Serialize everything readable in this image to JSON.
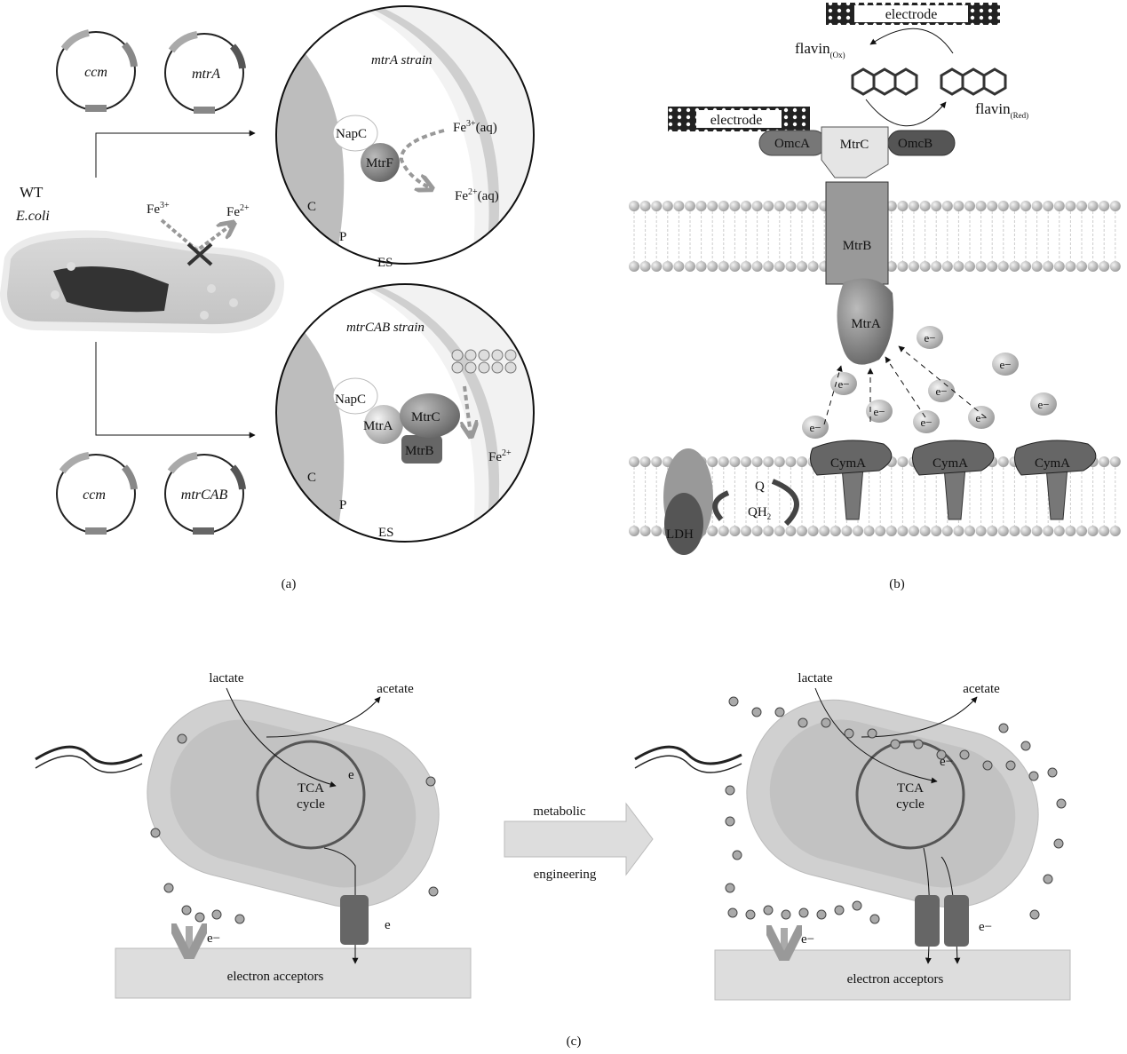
{
  "panel_a": {
    "label": "(a)",
    "plasmids_top": [
      "ccm",
      "mtrA"
    ],
    "plasmids_bottom": [
      "ccm",
      "mtrCAB"
    ],
    "wt": "WT",
    "species": "E.coli",
    "fe3": {
      "base": "Fe",
      "sup": "3+"
    },
    "fe2": {
      "base": "Fe",
      "sup": "2+"
    },
    "zoom_top": {
      "title": "mtrA  strain",
      "napc": "NapC",
      "mtrf": "MtrF",
      "fe3_aq": {
        "base": "Fe",
        "sup": "3+",
        "tail": "(aq)"
      },
      "fe2_aq": {
        "base": "Fe",
        "sup": "2+",
        "tail": "(aq)"
      },
      "c": "C",
      "p": "P",
      "es": "ES"
    },
    "zoom_bottom": {
      "title": "mtrCAB  strain",
      "napc": "NapC",
      "mtra": "MtrA",
      "mtrc": "MtrC",
      "mtrb": "MtrB",
      "fe2": {
        "base": "Fe",
        "sup": "2+"
      },
      "c": "C",
      "p": "P",
      "es": "ES"
    }
  },
  "panel_b": {
    "label": "(b)",
    "electrode_top": "electrode",
    "electrode_mid": "electrode",
    "flavin_ox": {
      "base": "flavin",
      "sub": "(Ox)"
    },
    "flavin_red": {
      "base": "flavin",
      "sub": "(Red)"
    },
    "omca": "OmcA",
    "mtrc": "MtrC",
    "omcb": "OmcB",
    "mtrb": "MtrB",
    "mtra": "MtrA",
    "electron": "e−",
    "cyma": [
      "CymA",
      "CymA",
      "CymA"
    ],
    "q": "Q",
    "qh2": {
      "base": "QH",
      "sub": "2"
    },
    "ldh": "LDH"
  },
  "panel_c": {
    "label": "(c)",
    "arrow_top": "metabolic",
    "arrow_bottom": "engineering",
    "left": {
      "lactate": "lactate",
      "acetate": "acetate",
      "tca": [
        "TCA",
        "cycle"
      ],
      "e_top": "e",
      "e_right": "e",
      "e_bottom": "e−",
      "acceptors": "electron acceptors"
    },
    "right": {
      "lactate": "lactate",
      "acetate": "acetate",
      "tca": [
        "TCA",
        "cycle"
      ],
      "e_top": "e−",
      "e_right": "e−",
      "e_bottom": "e−",
      "acceptors": "electron acceptors"
    }
  }
}
